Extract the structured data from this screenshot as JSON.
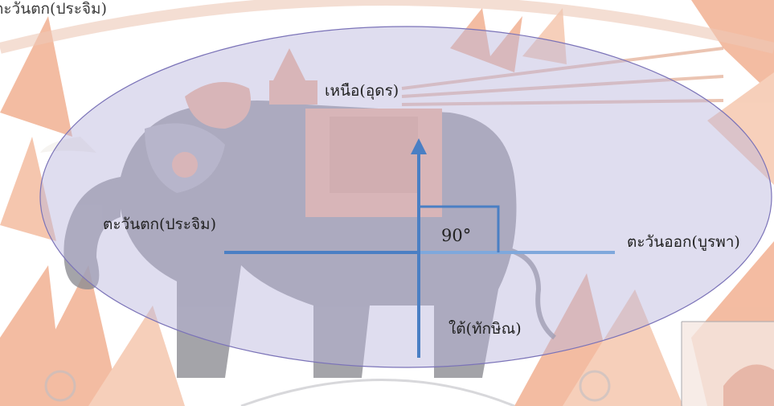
{
  "diagram": {
    "caption_top": "ตะวันตก(ประจิม)",
    "directions": {
      "north": "เหนือ(อุดร)",
      "west": "ตะวันตก(ประจิม)",
      "east": "ตะวันออก(บูรพา)",
      "south": "ใต้(ทักษิณ)"
    },
    "angle": "90°"
  },
  "colors": {
    "axis": "#4a7fc4",
    "axis_light": "#7fa8dc",
    "ellipse_fill": "#b9b3dc",
    "ellipse_stroke": "#7b73b8",
    "watermark_orange": "#f0a683",
    "watermark_elephant": "#8d8d93"
  },
  "icons": [
    "elephant-watermark",
    "arrow-up-icon"
  ]
}
